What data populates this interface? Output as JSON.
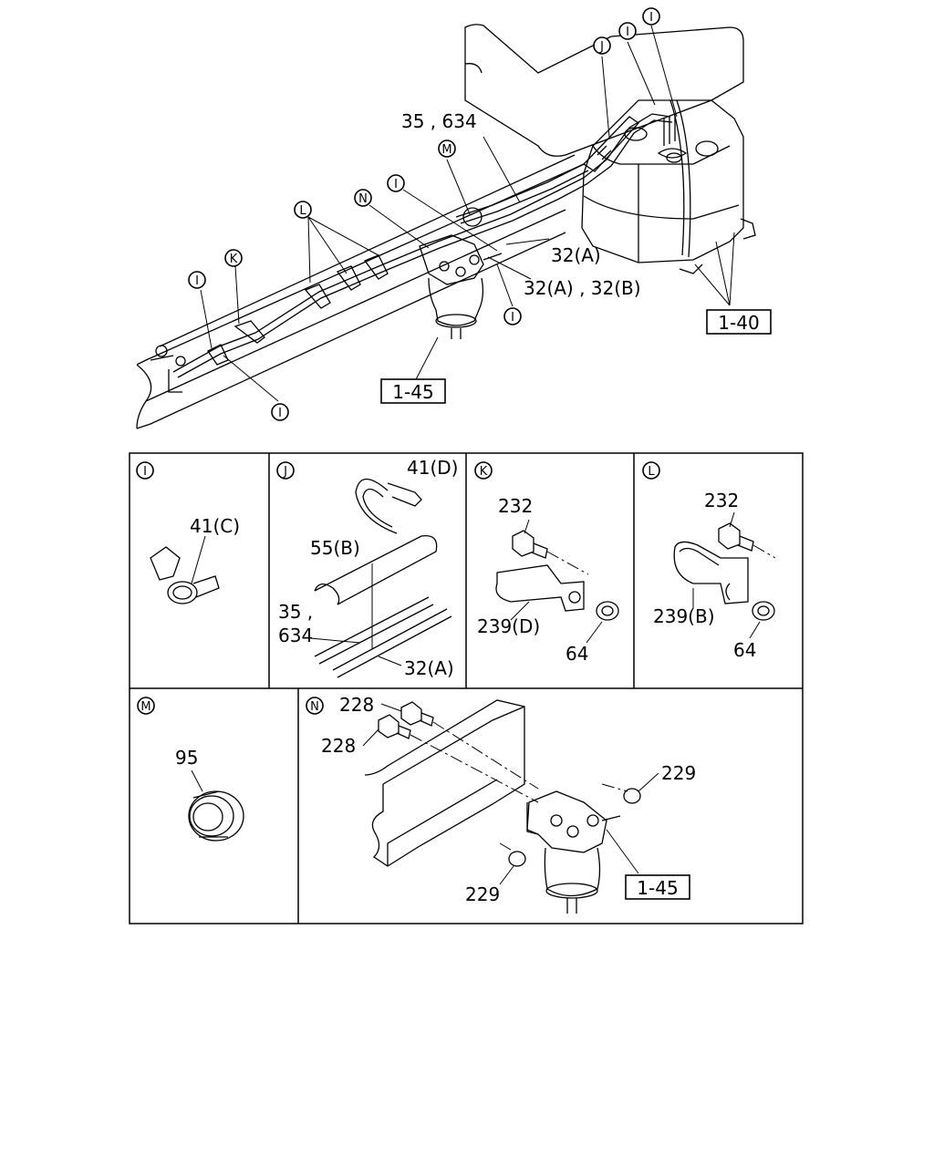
{
  "overview": {
    "callouts": {
      "i_top_right_1": "I",
      "i_top_right_2": "I",
      "j": "J",
      "m": "M",
      "i_mid": "I",
      "n": "N",
      "l": "L",
      "k": "K",
      "i_left": "I",
      "i_bottom": "I",
      "i_right": "I"
    },
    "labels": {
      "pipe_35_634": "35 , 634",
      "pipe_32a": "32(A)",
      "pipe_32ab": "32(A) , 32(B)"
    },
    "refs": {
      "tank": "1-40",
      "filter": "1-45"
    }
  },
  "details": {
    "I": {
      "letter": "I",
      "parts": {
        "clip": "41(C)"
      }
    },
    "J": {
      "letter": "J",
      "parts": {
        "band": "41(D)",
        "protector": "55(B)",
        "pipe_a": "35 ,",
        "pipe_b": "634",
        "pipe_c": "32(A)"
      }
    },
    "K": {
      "letter": "K",
      "parts": {
        "bolt": "232",
        "clamp": "239(D)",
        "nut": "64"
      }
    },
    "L": {
      "letter": "L",
      "parts": {
        "bolt": "232",
        "clamp": "239(B)",
        "nut": "64"
      }
    },
    "M": {
      "letter": "M",
      "parts": {
        "grommet": "95"
      }
    },
    "N": {
      "letter": "N",
      "parts": {
        "bolt1": "228",
        "bolt2": "228",
        "nut1": "229",
        "nut2": "229",
        "filter_ref": "1-45"
      }
    }
  }
}
